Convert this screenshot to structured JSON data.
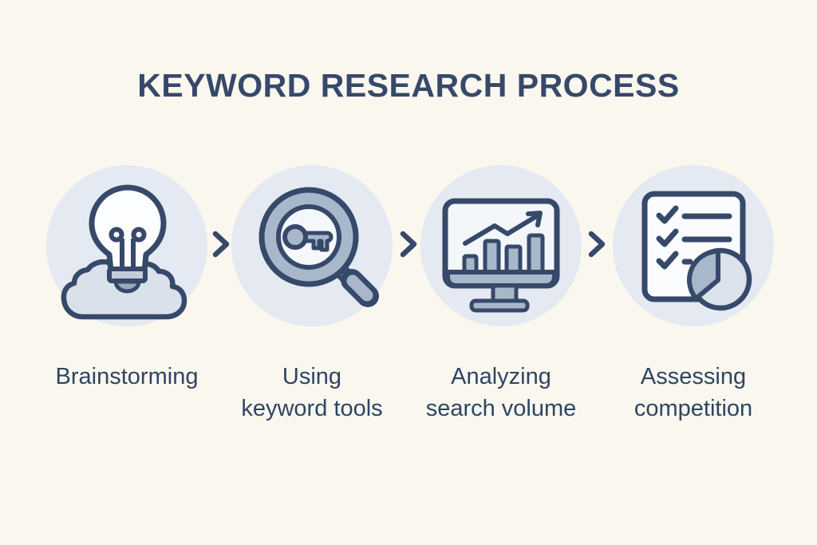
{
  "title": "KEYWORD RESEARCH PROCESS",
  "theme": {
    "background": "#FAF7EF",
    "accent_navy": "#37496A",
    "label_text": "#2E4563",
    "step_circle": "#E4E9F2",
    "icon_gray": "#A9B7CB",
    "icon_light_gray": "#DBE1EA"
  },
  "separator_icon": "chevron-right-icon",
  "steps": [
    {
      "name": "brainstorming",
      "icon": "lightbulb-cloud-icon",
      "label_lines": [
        "Brainstorming"
      ]
    },
    {
      "name": "keyword-tools",
      "icon": "magnifier-key-icon",
      "label_lines": [
        "Using",
        "keyword tools"
      ]
    },
    {
      "name": "search-volume",
      "icon": "monitor-chart-icon",
      "label_lines": [
        "Analyzing",
        "search volume"
      ]
    },
    {
      "name": "competition",
      "icon": "checklist-pie-icon",
      "label_lines": [
        "Assessing",
        "competition"
      ]
    }
  ]
}
